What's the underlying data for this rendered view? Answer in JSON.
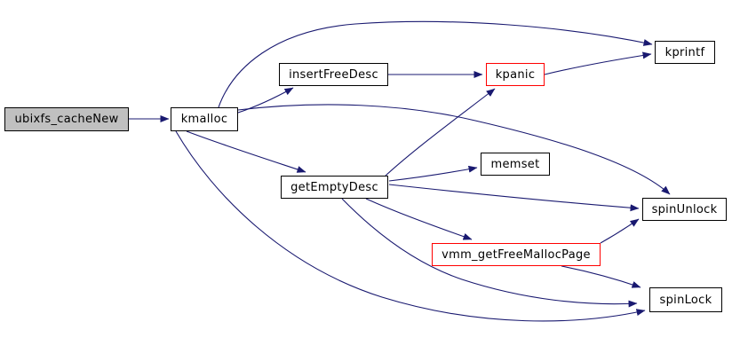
{
  "diagram": {
    "kind": "call-graph",
    "colors": {
      "edge": "#191970",
      "node_border": "#000000",
      "highlight_border": "#ff0000",
      "root_fill": "#c0c0c0",
      "node_fill": "#ffffff",
      "background": "#ffffff",
      "text": "#000000"
    },
    "nodes": [
      {
        "id": "ubixfs_cacheNew",
        "label": "ubixfs_cacheNew",
        "style": "root"
      },
      {
        "id": "kmalloc",
        "label": "kmalloc",
        "style": "normal"
      },
      {
        "id": "insertFreeDesc",
        "label": "insertFreeDesc",
        "style": "normal"
      },
      {
        "id": "kpanic",
        "label": "kpanic",
        "style": "highlight"
      },
      {
        "id": "kprintf",
        "label": "kprintf",
        "style": "normal"
      },
      {
        "id": "getEmptyDesc",
        "label": "getEmptyDesc",
        "style": "normal"
      },
      {
        "id": "memset",
        "label": "memset",
        "style": "normal"
      },
      {
        "id": "spinUnlock",
        "label": "spinUnlock",
        "style": "normal"
      },
      {
        "id": "vmm_getFreeMallocPage",
        "label": "vmm_getFreeMallocPage",
        "style": "highlight"
      },
      {
        "id": "spinLock",
        "label": "spinLock",
        "style": "normal"
      }
    ],
    "edges": [
      {
        "from": "ubixfs_cacheNew",
        "to": "kmalloc"
      },
      {
        "from": "kmalloc",
        "to": "insertFreeDesc"
      },
      {
        "from": "kmalloc",
        "to": "kprintf"
      },
      {
        "from": "kmalloc",
        "to": "getEmptyDesc"
      },
      {
        "from": "kmalloc",
        "to": "spinUnlock"
      },
      {
        "from": "kmalloc",
        "to": "spinLock"
      },
      {
        "from": "insertFreeDesc",
        "to": "kpanic"
      },
      {
        "from": "kpanic",
        "to": "kprintf"
      },
      {
        "from": "getEmptyDesc",
        "to": "kpanic"
      },
      {
        "from": "getEmptyDesc",
        "to": "memset"
      },
      {
        "from": "getEmptyDesc",
        "to": "spinUnlock"
      },
      {
        "from": "getEmptyDesc",
        "to": "vmm_getFreeMallocPage"
      },
      {
        "from": "getEmptyDesc",
        "to": "spinLock"
      },
      {
        "from": "vmm_getFreeMallocPage",
        "to": "spinUnlock"
      },
      {
        "from": "vmm_getFreeMallocPage",
        "to": "spinLock"
      }
    ]
  }
}
